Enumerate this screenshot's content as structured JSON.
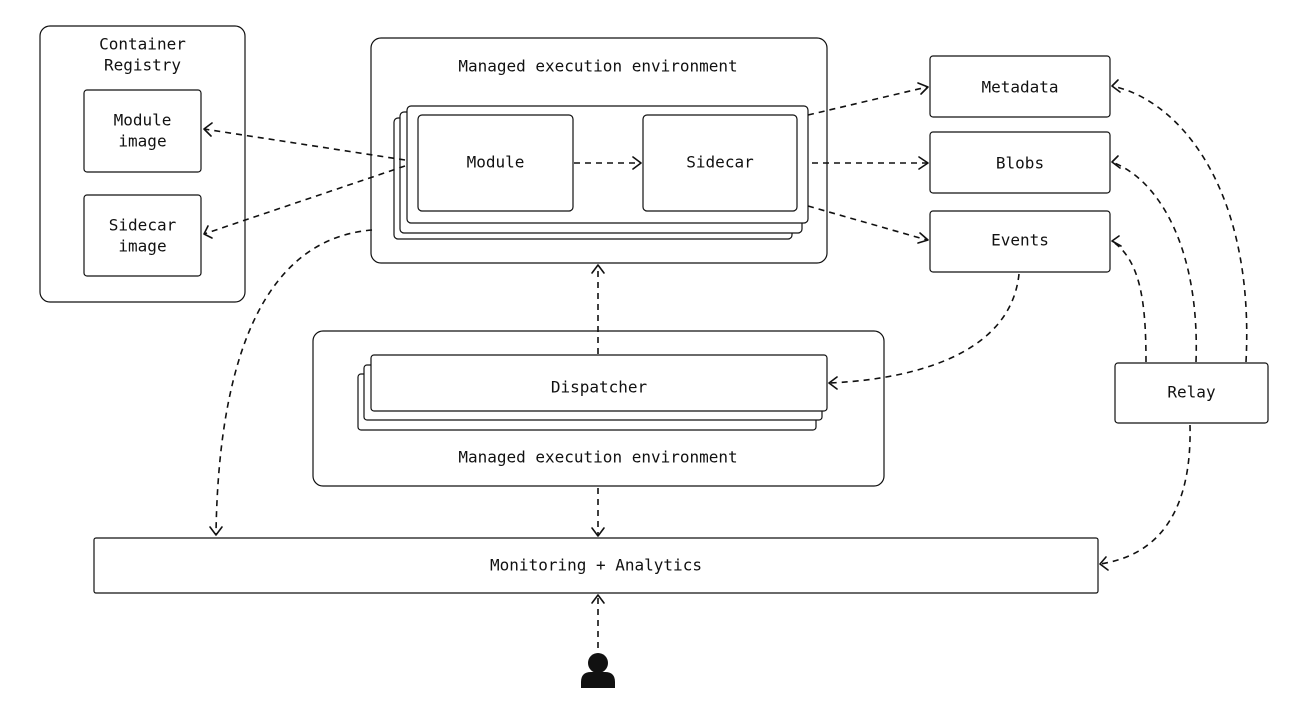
{
  "nodes": {
    "container_registry": "Container\nRegistry",
    "module_image": "Module\nimage",
    "sidecar_image": "Sidecar\nimage",
    "managed_env_top": "Managed execution environment",
    "module": "Module",
    "sidecar": "Sidecar",
    "metadata": "Metadata",
    "blobs": "Blobs",
    "events": "Events",
    "relay": "Relay",
    "dispatcher": "Dispatcher",
    "managed_env_bottom": "Managed execution environment",
    "monitoring": "Monitoring + Analytics"
  },
  "icons": {
    "user": "user-icon"
  },
  "edges": [
    {
      "from": "module",
      "to": "module_image"
    },
    {
      "from": "module",
      "to": "sidecar_image"
    },
    {
      "from": "module",
      "to": "sidecar"
    },
    {
      "from": "sidecar",
      "to": "metadata"
    },
    {
      "from": "sidecar",
      "to": "blobs"
    },
    {
      "from": "sidecar",
      "to": "events"
    },
    {
      "from": "events",
      "to": "dispatcher"
    },
    {
      "from": "dispatcher",
      "to": "managed_env_top"
    },
    {
      "from": "managed_env_bottom",
      "to": "monitoring"
    },
    {
      "from": "managed_env_top",
      "to": "monitoring"
    },
    {
      "from": "relay",
      "to": "metadata"
    },
    {
      "from": "relay",
      "to": "blobs"
    },
    {
      "from": "relay",
      "to": "events"
    },
    {
      "from": "relay",
      "to": "monitoring"
    },
    {
      "from": "user",
      "to": "monitoring"
    }
  ]
}
